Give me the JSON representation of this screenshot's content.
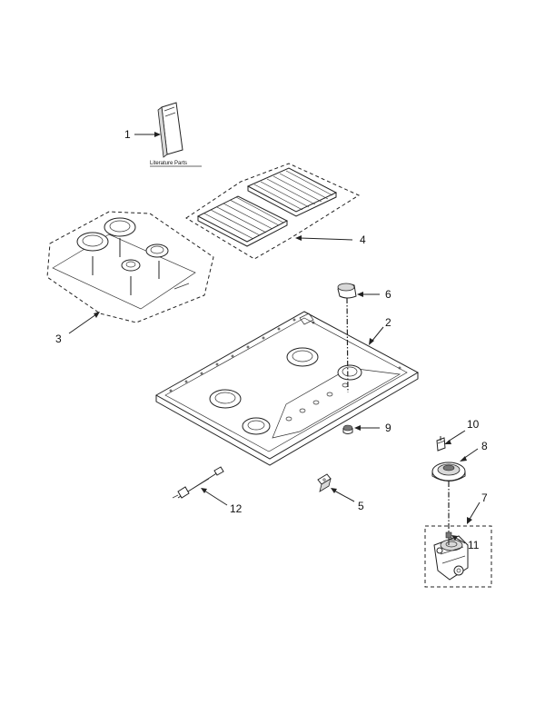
{
  "literature_label": "Literature Parts",
  "callouts": [
    {
      "id": "1",
      "label": "1"
    },
    {
      "id": "2",
      "label": "2"
    },
    {
      "id": "3",
      "label": "3"
    },
    {
      "id": "4",
      "label": "4"
    },
    {
      "id": "5",
      "label": "5"
    },
    {
      "id": "6",
      "label": "6"
    },
    {
      "id": "7",
      "label": "7"
    },
    {
      "id": "8",
      "label": "8"
    },
    {
      "id": "9",
      "label": "9"
    },
    {
      "id": "10",
      "label": "10"
    },
    {
      "id": "11",
      "label": "11"
    },
    {
      "id": "12",
      "label": "12"
    }
  ]
}
